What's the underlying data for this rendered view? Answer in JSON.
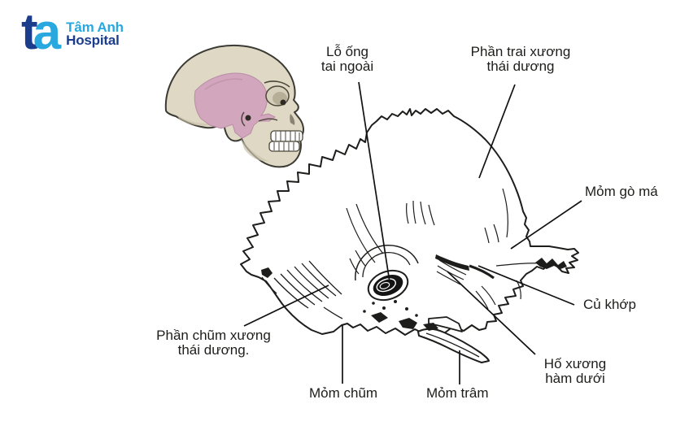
{
  "brand": {
    "monogram_t": "t",
    "monogram_a": "a",
    "name_primary": "Tâm Anh",
    "name_secondary": "Hospital"
  },
  "palette": {
    "navy": "#1b3d8c",
    "sky_blue": "#29a8e0",
    "skull_bone": "#ded8c5",
    "skull_shadow": "#cbc3ac",
    "temporal_highlight": "#d2a6bc",
    "line_art": "#1d1d1b"
  },
  "labels": {
    "lo_ong_tai_ngoai": "Lỗ ống\ntai ngoài",
    "phan_trai": "Phần trai xương\nthái dương",
    "mom_go_ma": "Mỏm gò má",
    "cu_khop": "Củ khớp",
    "ho_xuong_ham_duoi": "Hố xương\nhàm dưới",
    "phan_chum": "Phần chũm xương\nthái dương.",
    "mom_chum": "Mỏm chũm",
    "mom_tram": "Mỏm trâm"
  }
}
